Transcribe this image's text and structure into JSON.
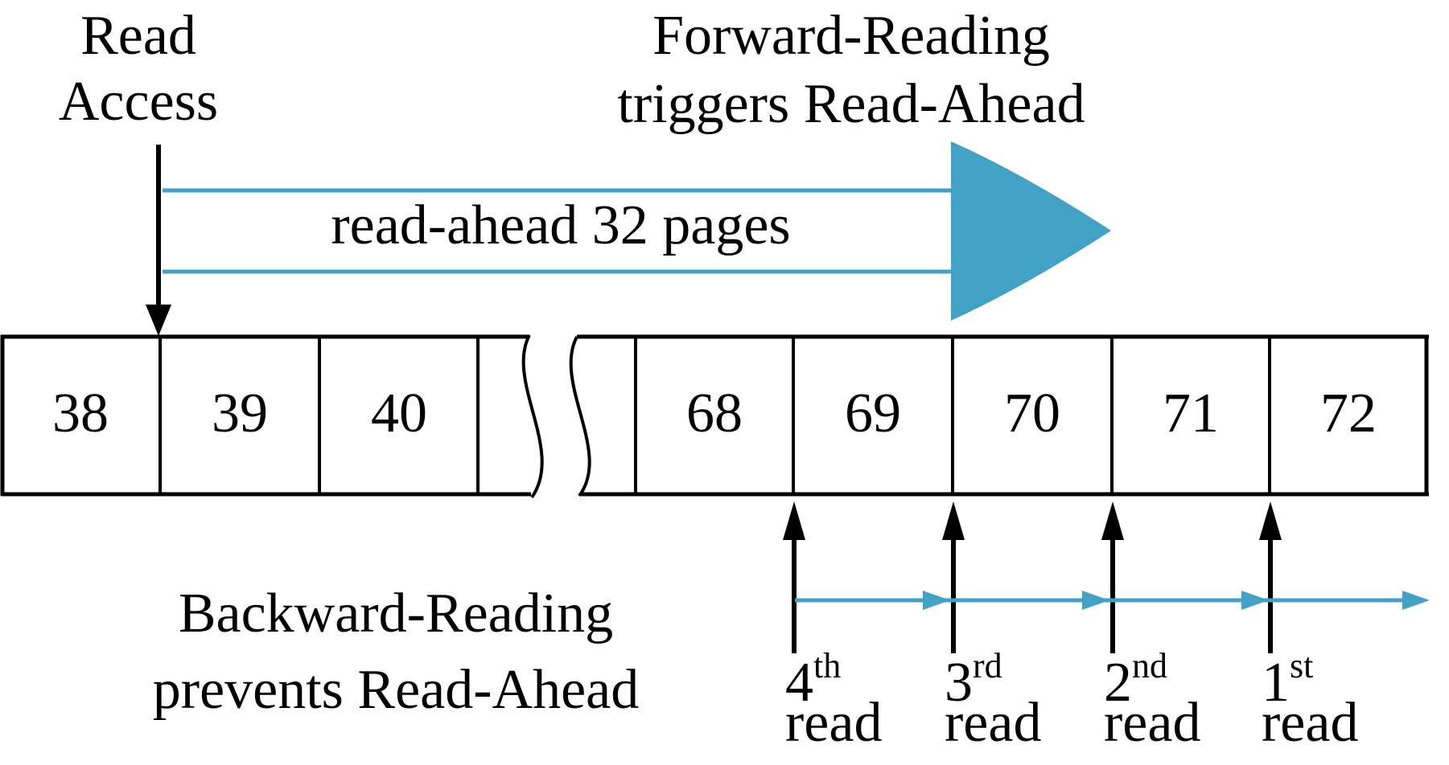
{
  "figure": {
    "read_access": {
      "line1": "Read",
      "line2": "Access"
    },
    "forward_reading": {
      "line1": "Forward-Reading",
      "line2": "triggers Read-Ahead"
    },
    "read_ahead_arrow_label": "read-ahead 32 pages",
    "backward_reading": {
      "line1": "Backward-Reading",
      "line2": "prevents Read-Ahead"
    }
  },
  "pages": {
    "left": [
      "38",
      "39",
      "40"
    ],
    "right": [
      "68",
      "69",
      "70",
      "71",
      "72"
    ]
  },
  "reads": [
    {
      "ordinal": "4",
      "suffix": "th",
      "word": "read"
    },
    {
      "ordinal": "3",
      "suffix": "rd",
      "word": "read"
    },
    {
      "ordinal": "2",
      "suffix": "nd",
      "word": "read"
    },
    {
      "ordinal": "1",
      "suffix": "st",
      "word": "read"
    }
  ],
  "colors": {
    "accent_teal": "#42A2C6",
    "line_black": "#000000",
    "background": "#FFFFFF"
  }
}
